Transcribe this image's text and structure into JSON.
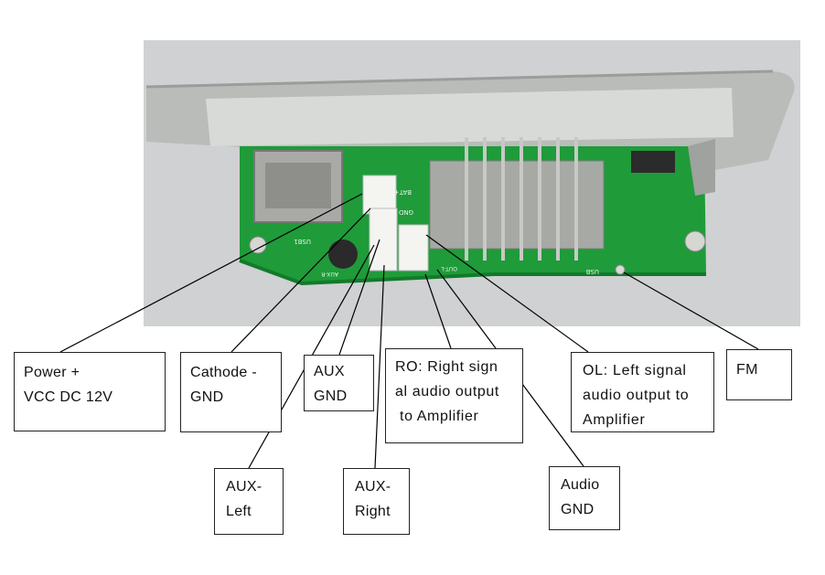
{
  "photo": {
    "colors": {
      "background": "#cfd1d2",
      "pcb": "#1f9b3a",
      "pcb_dark": "#137a2b",
      "faceplate": "#b9bcb9",
      "faceplate_light": "#d8dad7",
      "connector": "#f4f4f0",
      "silkscreen": "#e8f5e8"
    },
    "silkscreen": {
      "bat": "BAT+",
      "gnd": "GND",
      "usb1": "USB1",
      "usb2": "USB",
      "aux": "AUX-R",
      "out": "OUT-L"
    }
  },
  "labels": {
    "power": [
      "Power +",
      "VCC DC 12V"
    ],
    "cathode": [
      "Cathode -",
      "GND"
    ],
    "aux_gnd": [
      "AUX",
      "GND"
    ],
    "ro": [
      "RO:  Right sign",
      "al audio output",
      " to Amplifier"
    ],
    "ol": [
      "OL:  Left signal",
      "audio output to",
      "Amplifier"
    ],
    "fm": [
      "FM"
    ],
    "aux_left": [
      "AUX-",
      "Left"
    ],
    "aux_right": [
      "AUX-",
      "Right"
    ],
    "audio_gnd": [
      "Audio",
      "GND"
    ]
  },
  "line_color": "#000000"
}
